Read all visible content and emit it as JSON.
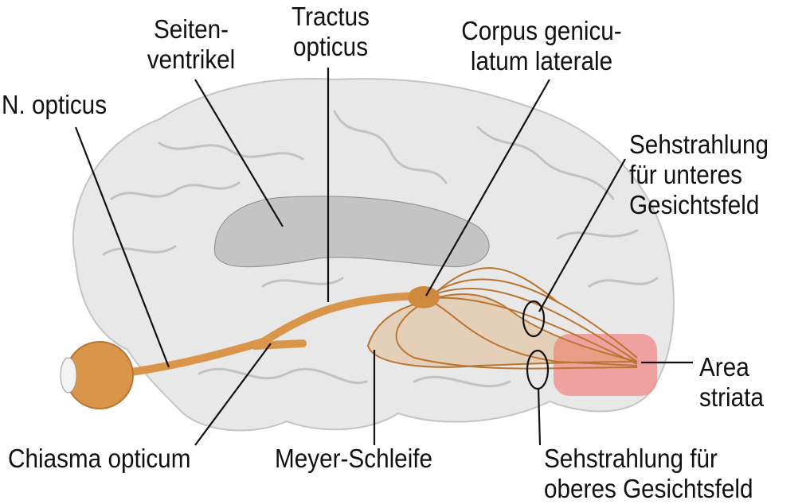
{
  "labels": {
    "seitenventrikel": [
      "Seiten-",
      "ventrikel"
    ],
    "tractus_opticus": [
      "Tractus",
      "opticus"
    ],
    "corpus_geniculatum": [
      "Corpus genicu-",
      "latum laterale"
    ],
    "n_opticus": [
      "N. opticus"
    ],
    "sehstrahlung_unteres": [
      "Sehstrahlung",
      "für unteres",
      "Gesichtsfeld"
    ],
    "area_striata": [
      "Area",
      "striata"
    ],
    "chiasma_opticum": [
      "Chiasma opticum"
    ],
    "meyer_schleife": [
      "Meyer-Schleife"
    ],
    "sehstrahlung_oberes": [
      "Sehstrahlung für",
      "oberes Gesichtsfeld"
    ]
  },
  "colors": {
    "brain": "#e6e6e6",
    "brain_fold": "#c9c9c9",
    "pathway": "#d9954a",
    "ventricle": "#a9a9a9",
    "area_striata": "#f08a86",
    "line": "#111111"
  }
}
